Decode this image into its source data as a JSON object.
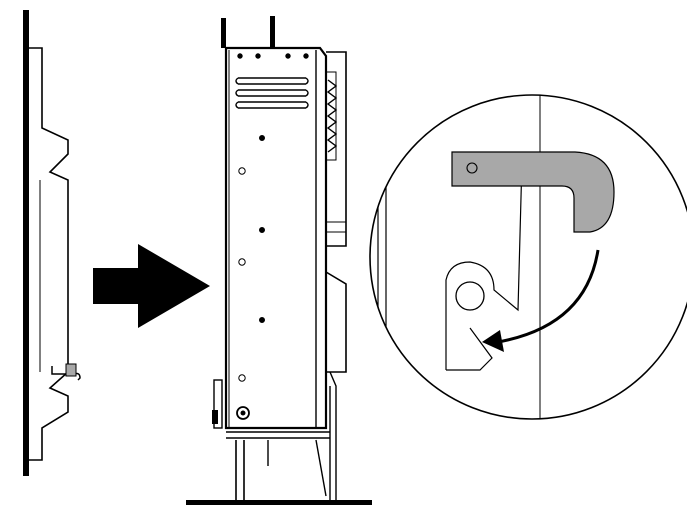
{
  "figure": {
    "description_text": "",
    "colors": {
      "line": "#000000",
      "background": "#ffffff",
      "bracket_fill": "#a8a8a8",
      "arrow_fill": "#000000"
    },
    "parts": {
      "wall_bracket": "wall-bracket",
      "insert_arrow": "insert-arrow",
      "heater_unit": "heater-side-view",
      "detail_circle": "detail-zoom-circle",
      "hook": "hook-bracket",
      "pin": "mounting-pin",
      "rotate_arrow": "rotate-arrow"
    }
  }
}
